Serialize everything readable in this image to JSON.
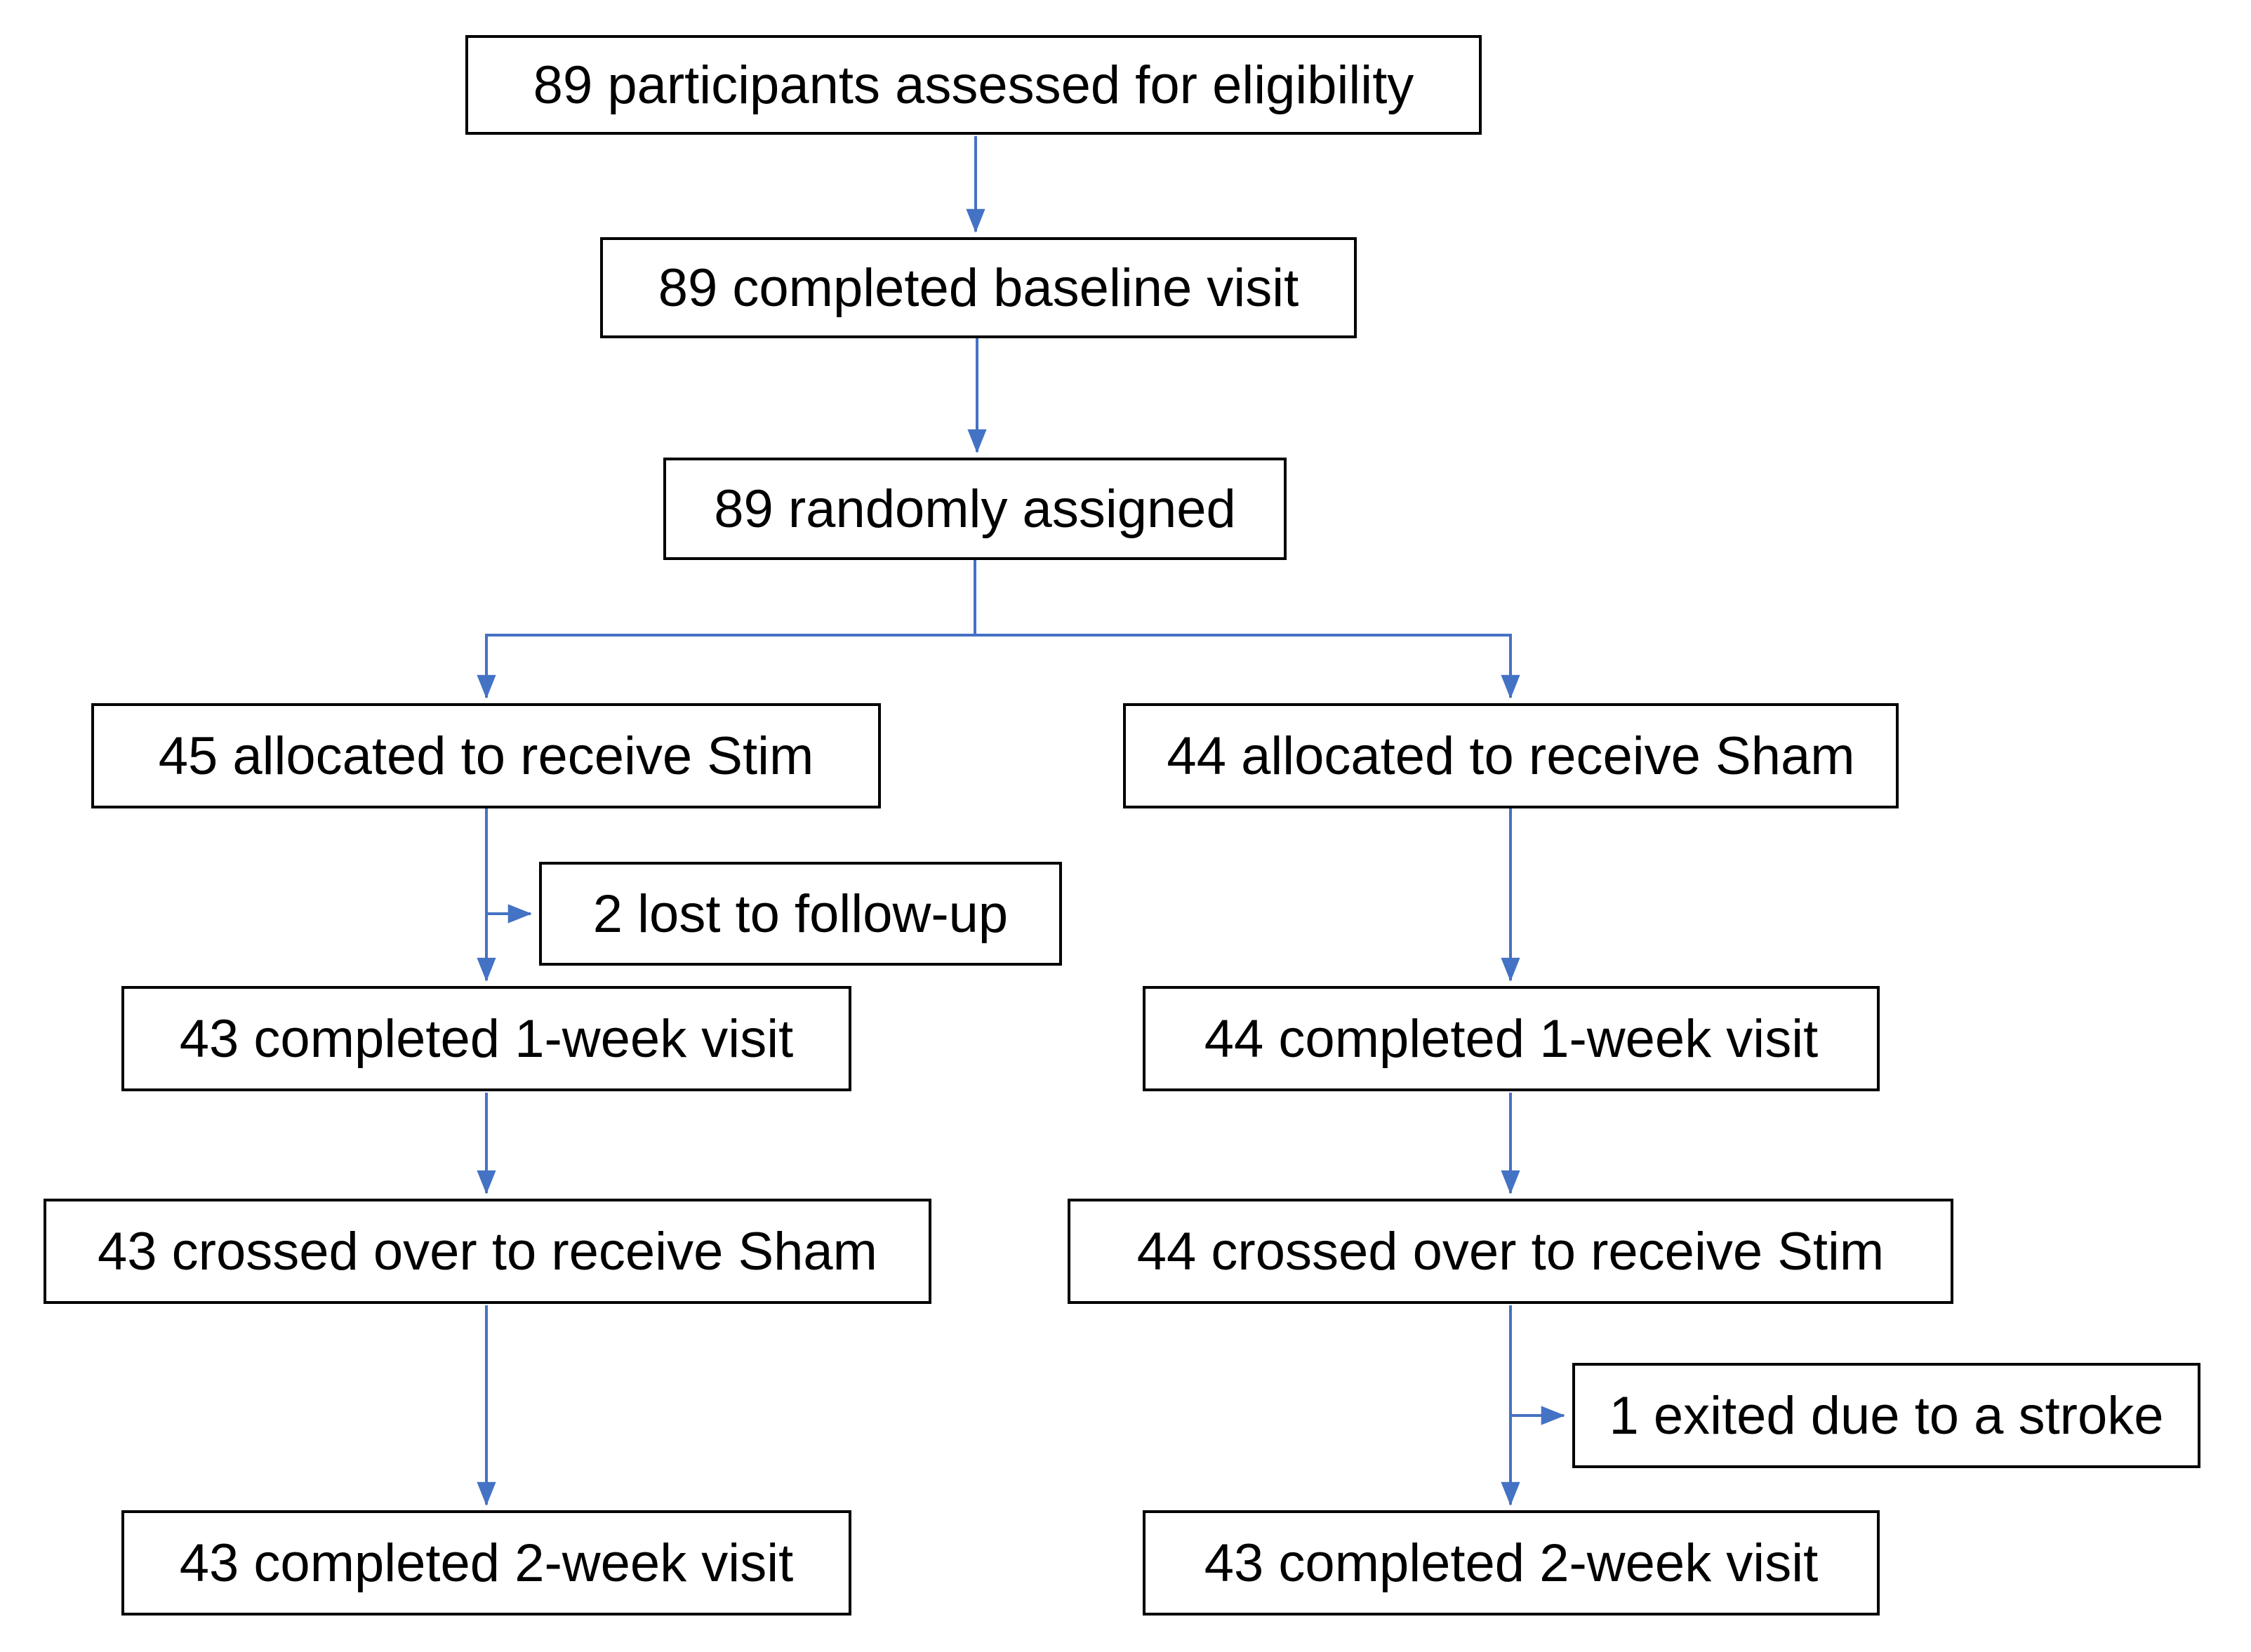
{
  "diagram": {
    "title": "participant flow diagram",
    "type": "flowchart",
    "arrow_color": "#4472C4",
    "box_border_color": "#000000",
    "box_fill_color": "#ffffff",
    "text_color": "#000000",
    "nodes": {
      "eligibility": "89 participants assessed for eligibility",
      "baseline": "89 completed baseline visit",
      "randomized": "89 randomly assigned",
      "stim_allocated": "45 allocated to receive Stim",
      "sham_allocated": "44 allocated to receive Sham",
      "lost_followup": "2 lost to follow-up",
      "stim_week1": "43 completed 1-week visit",
      "sham_week1": "44 completed 1-week visit",
      "stim_crossover": "43 crossed over to receive Sham",
      "sham_crossover": "44 crossed over to receive Stim",
      "stroke_exit": "1 exited due to a stroke",
      "stim_week2": "43 completed 2-week visit",
      "sham_week2": "43 completed 2-week visit"
    }
  }
}
